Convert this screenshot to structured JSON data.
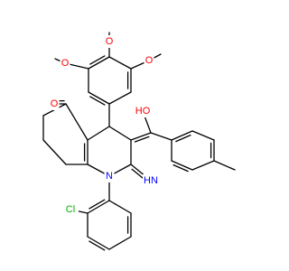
{
  "molecule": {
    "atoms": [
      {
        "id": "O_m1",
        "symbol": "O",
        "color": "#ff0000"
      },
      {
        "id": "O_m2",
        "symbol": "O",
        "color": "#ff0000"
      },
      {
        "id": "O_m3",
        "symbol": "O",
        "color": "#ff0000"
      },
      {
        "id": "O_oh",
        "symbol": "HO",
        "color": "#ff0000"
      },
      {
        "id": "O_k",
        "symbol": "O",
        "color": "#ff0000"
      },
      {
        "id": "N_im",
        "symbol": "HN",
        "color": "#0000ff"
      },
      {
        "id": "N1",
        "symbol": "N",
        "color": "#0000ff"
      },
      {
        "id": "Cl",
        "symbol": "Cl",
        "color": "#00b000"
      }
    ],
    "bond_color": "#000000",
    "background": "#ffffff"
  }
}
